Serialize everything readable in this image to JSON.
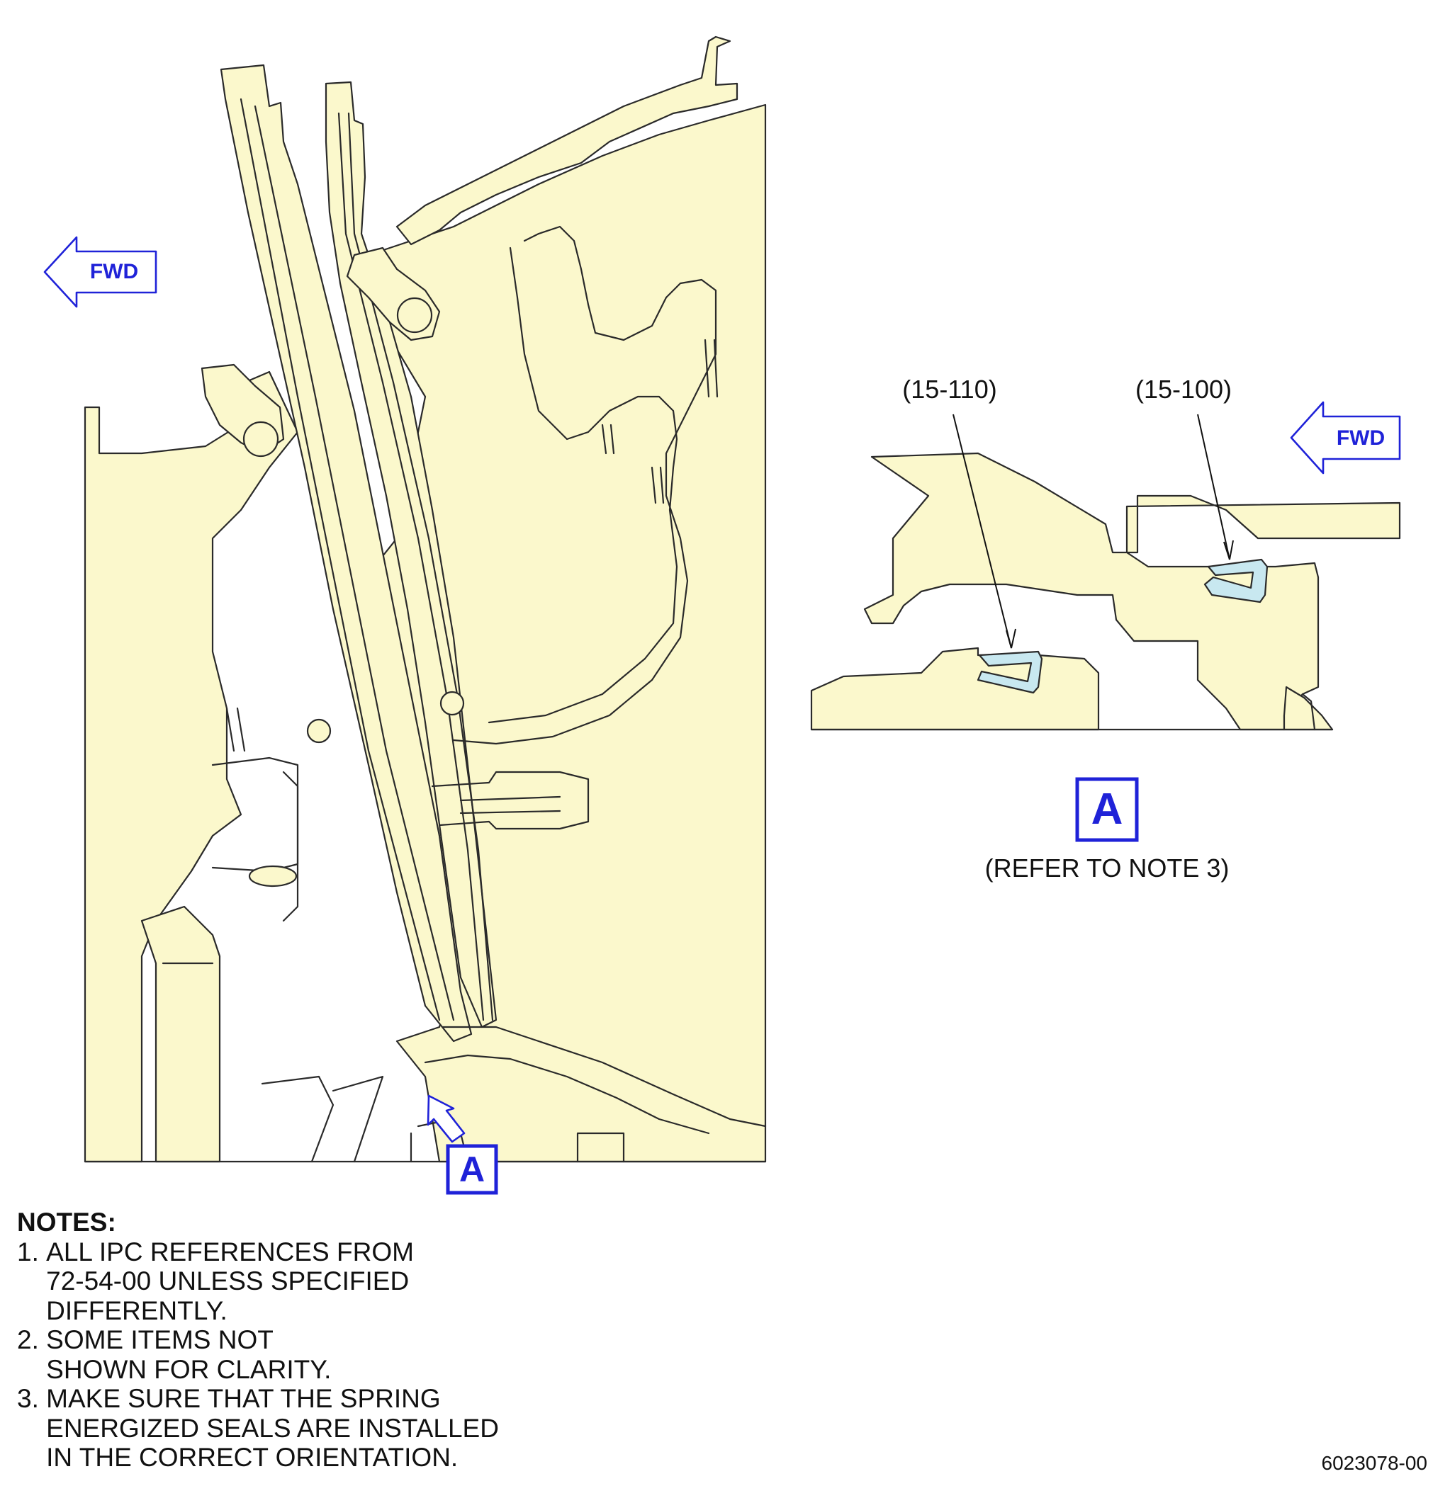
{
  "labels": {
    "fwd_main": "FWD",
    "fwd_detail": "FWD",
    "view_marker_main": "A",
    "view_marker_detail": "A",
    "detail_note": "(REFER TO NOTE 3)",
    "callout_left": "(15-110)",
    "callout_right": "(15-100)"
  },
  "notes": {
    "title": "NOTES:",
    "items": [
      {
        "num": "1. ",
        "text": "ALL IPC REFERENCES FROM\n72-54-00 UNLESS SPECIFIED\nDIFFERENTLY."
      },
      {
        "num": "2. ",
        "text": "SOME ITEMS NOT\nSHOWN FOR CLARITY."
      },
      {
        "num": "3. ",
        "text": "MAKE SURE THAT THE SPRING\nENERGIZED SEALS ARE INSTALLED\nIN THE CORRECT ORIENTATION."
      }
    ]
  },
  "drawing_number": "6023078-00",
  "colors": {
    "part_fill": "#fbf8cc",
    "seal_fill": "#c8e8f0",
    "callout_blue": "#1f22d8",
    "outline": "#2a2a2a"
  }
}
